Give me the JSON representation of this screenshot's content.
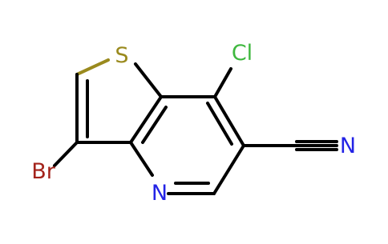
{
  "molecule": {
    "atoms": {
      "sulfur": "S",
      "chlorine": "Cl",
      "bromine": "Br",
      "ring_nitrogen": "N",
      "nitrile_nitrogen": "N"
    },
    "colors": {
      "bond": "#000000",
      "sulfur": "#9a8a1e",
      "chlorine": "#3fb83f",
      "bromine": "#a3231b",
      "nitrogen": "#2323e6"
    }
  }
}
